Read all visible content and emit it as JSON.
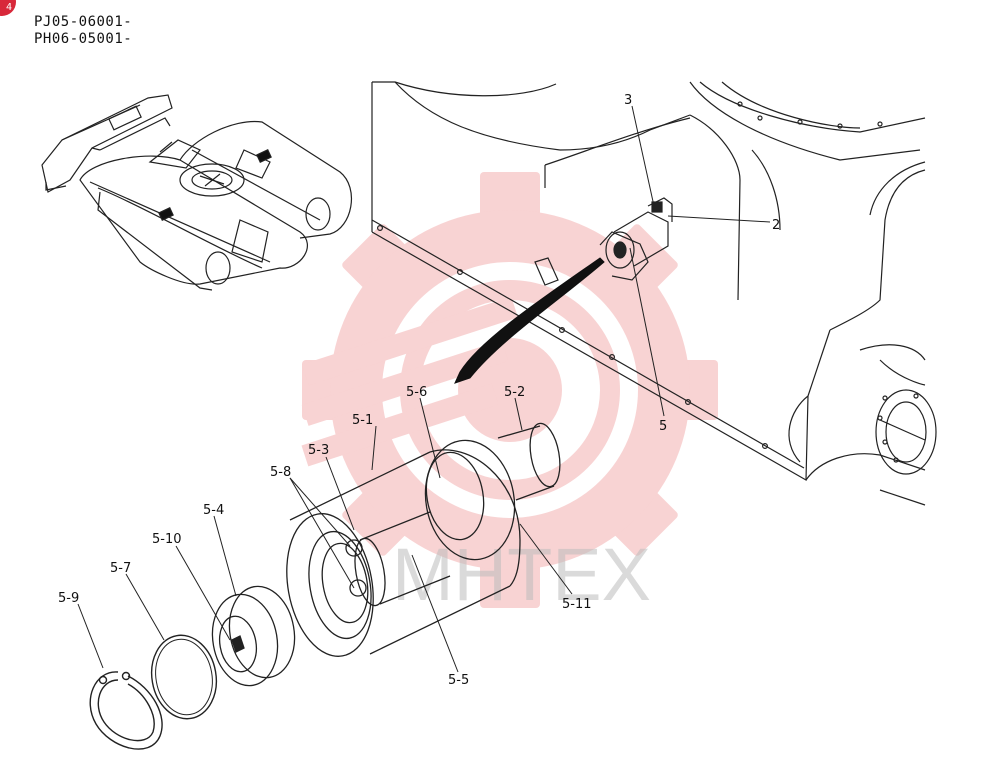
{
  "header": {
    "serial_range_1": "PJ05-06001-",
    "serial_range_2": "PH06-05001-",
    "corner_badge": "4"
  },
  "watermark": {
    "text": "MHTEX",
    "color": "#e23a3a"
  },
  "callouts": [
    {
      "id": "c2",
      "label": "2"
    },
    {
      "id": "c3",
      "label": "3"
    },
    {
      "id": "c5",
      "label": "5"
    },
    {
      "id": "c5-1",
      "label": "5-1"
    },
    {
      "id": "c5-2",
      "label": "5-2"
    },
    {
      "id": "c5-3",
      "label": "5-3"
    },
    {
      "id": "c5-4",
      "label": "5-4"
    },
    {
      "id": "c5-5",
      "label": "5-5"
    },
    {
      "id": "c5-6",
      "label": "5-6"
    },
    {
      "id": "c5-7",
      "label": "5-7"
    },
    {
      "id": "c5-8",
      "label": "5-8"
    },
    {
      "id": "c5-9",
      "label": "5-9"
    },
    {
      "id": "c5-10",
      "label": "5-10"
    },
    {
      "id": "c5-11",
      "label": "5-11"
    }
  ]
}
